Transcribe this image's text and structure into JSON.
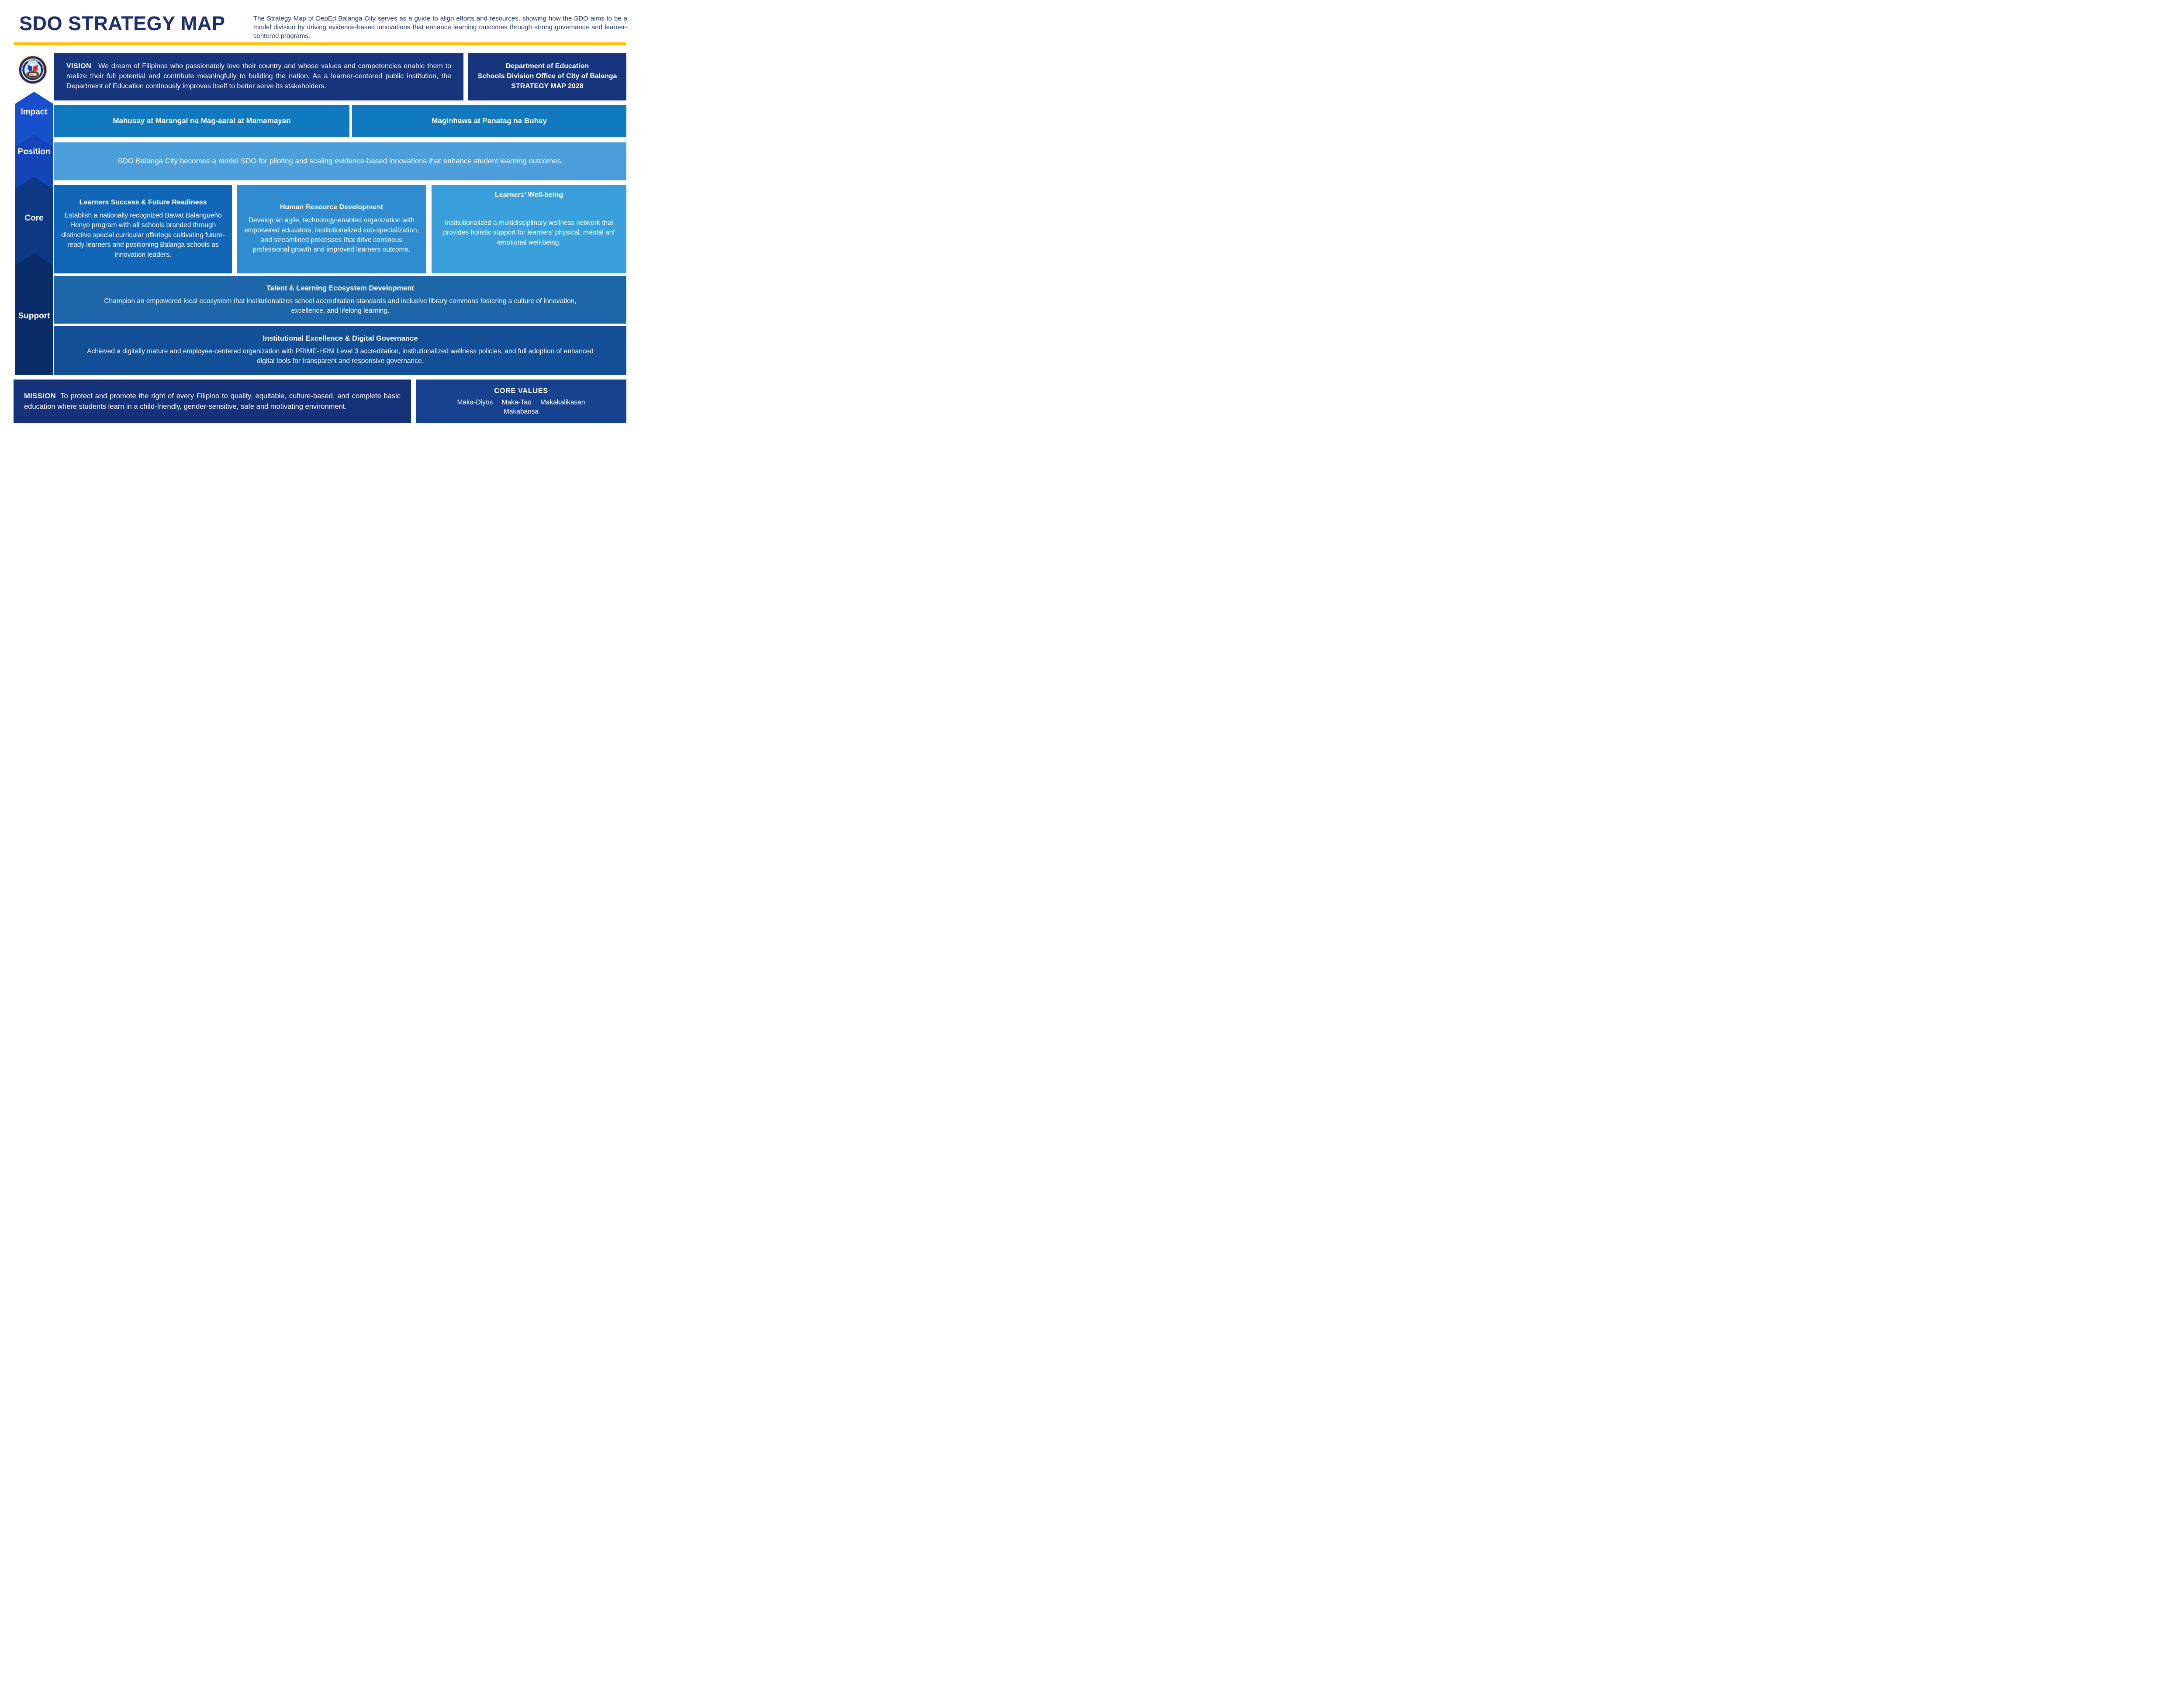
{
  "header": {
    "title": "SDO STRATEGY MAP",
    "description": "The Strategy Map of DepEd Balanga City serves as a guide to align efforts and resources, showing how the SDO aims to be a model division by driving evidence-based innovations that enhance learning outcomes through strong governance and learner-centered programs."
  },
  "logo": {
    "top_text": "DEPARTMENT OF EDUCATION",
    "bottom_text": "SCHOOLS DIVISION OFFICE OF BALANGA CITY",
    "center_dep": "Dep",
    "center_ed": "ED",
    "stars": "★ ★ ★"
  },
  "vision": {
    "label": "VISION",
    "text": "We dream of Filipinos who passionately love their country and whose values and competencies enable them to realize their full potential and contribute meaningfully to building the nation. As a learner-centered public institution, the Department of Education continously improves itself to better serve its stakeholders."
  },
  "org_box": {
    "line1": "Department of Education",
    "line2": "Schools Division Office of City of Balanga",
    "line3": "STRATEGY MAP 2028"
  },
  "sidebar": {
    "levels": [
      {
        "label": "Impact"
      },
      {
        "label": "Position"
      },
      {
        "label": "Core"
      },
      {
        "label": "Support"
      }
    ]
  },
  "impact_row": {
    "boxes": [
      "Mahusay at Marangal na Mag-aaral at Mamamayan",
      "Maginhawa at Panatag na Buhay"
    ]
  },
  "position_row": {
    "text": "SDO Balanga City becomes a model SDO for piloting and scaling evidence-based innovations that enhance student learning outcomes."
  },
  "core_row": {
    "boxes": [
      {
        "title": "Learners Success & Future Readiness",
        "body": "Establish a nationally recognized Bawat Balangueño Henyo program with all schools branded through distinctive special curricular offerings cultivating future-ready learners and positioning Balanga schools as innovation leaders."
      },
      {
        "title": "Human Resource Development",
        "body": "Develop an agile, technology-enabled organization with empowered educators, institutionalized sub-specialization, and streamlined processes that drive continous professional growth and improved learners outcome."
      },
      {
        "title": "Learners’ Well-being",
        "body": "Institutionalized a multidisciplinary wellness network that provides holistic support for learners’ physical, mental anf emotional well-being."
      }
    ]
  },
  "support_row": {
    "boxes": [
      {
        "title": "Talent & Learning Ecosystem Development",
        "body": "Champion an empowered local ecosystem that institutionalizes school accreditation standards and inclusive library commons fostering a culture of innovation, excellence, and lifelong learning."
      },
      {
        "title": "Institutional Excellence & Digital Governance",
        "body": "Achieved a digitally mature and employee-centered organization with PRIME-HRM Level 3 accreditation, institutionalized wellness policies, and full adoption of enhanced digital tools for transparent and responsive governance."
      }
    ]
  },
  "mission": {
    "label": "MISSION",
    "text": "To protect and promote the right of every Filipino to quality, equitable, culture-based, and complete basic education where students learn in a child-friendly, gender-sensitive, safe and motivating environment."
  },
  "core_values": {
    "title": "CORE VALUES",
    "line1": "Maka-Diyos   Maka-Tao   Makakalikasan",
    "line2": "Makabansa"
  },
  "colors": {
    "accent_yellow": "#FBC40D",
    "navy": "#16357C",
    "impact_blue": "#1179BF",
    "position_blue": "#4D9FDB",
    "core_blue_1": "#1166B7",
    "core_blue_2": "#2F8CD0",
    "core_blue_3": "#39A0DC",
    "support_blue_1": "#1D66AA",
    "support_blue_2": "#124F96",
    "mission_navy": "#15317A",
    "values_blue": "#17428F"
  }
}
